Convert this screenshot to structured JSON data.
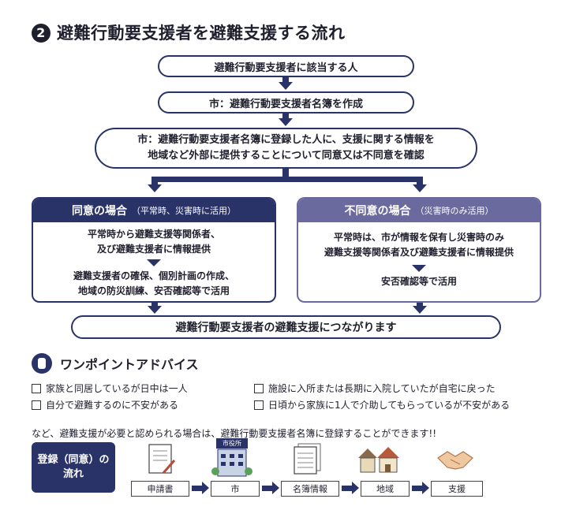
{
  "title": {
    "number": "2",
    "text": "避難行動要支援者を避難支援する流れ"
  },
  "flow": {
    "step1": "避難行動要支援者に該当する人",
    "step2": "市：避難行動要支援者名簿を作成",
    "step3_line1": "市：避難行動要支援者名簿に登録した人に、支援に関する情報を",
    "step3_line2": "地域など外部に提供することについて同意又は不同意を確認",
    "final": "避難行動要支援者の避難支援につながります"
  },
  "agree": {
    "head": "同意の場合",
    "sub": "（平常時、災害時に活用）",
    "line1": "平常時から避難支援等関係者、",
    "line2": "及び避難支援者に情報提供",
    "line3": "避難支援者の確保、個別計画の作成、",
    "line4": "地域の防災訓練、安否確認等で活用",
    "color": "#2a3368"
  },
  "disagree": {
    "head": "不同意の場合",
    "sub": "（災害時のみ活用）",
    "line1": "平常時は、市が情報を保有し災害時のみ",
    "line2": "避難支援等関係者及び避難支援者に情報提供",
    "line3": "安否確認等で活用",
    "color": "#6b6a9e"
  },
  "advice": {
    "head": "ワンポイントアドバイス",
    "items": [
      "家族と同居しているが日中は一人",
      "施設に入所または長期に入院していたが自宅に戻った",
      "自分で避難するのに不安がある",
      "日頃から家族に1人で介助してもらっているが不安がある"
    ],
    "note": "など、避難支援が必要と認められる場合は、避難行動要支援者名簿に登録することができます!!"
  },
  "registration": {
    "label": "登録（同意）の\n流れ",
    "city_sign": "市役所",
    "steps": [
      "申請書",
      "市",
      "名簿情報",
      "地域",
      "支援"
    ]
  },
  "icons": [
    "number-2-icon",
    "pointing-hand-icon",
    "application-form-icon",
    "city-hall-icon",
    "roster-icon",
    "houses-icon",
    "handshake-icon"
  ]
}
